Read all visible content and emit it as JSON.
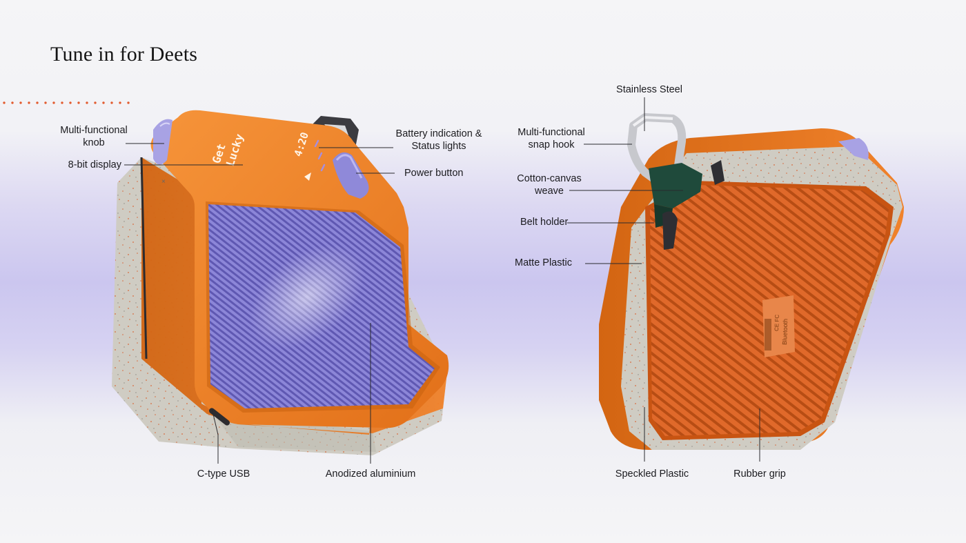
{
  "title": "Tune in for Deets",
  "device_text": {
    "display_line1": "Get",
    "display_line2": "Lucky",
    "time": "4:20",
    "back_cert": "CE FC",
    "back_bt": "Bluetooth"
  },
  "labels": {
    "knob": "Multi-functional\nknob",
    "display": "8-bit display",
    "battery": "Battery indication &\nStatus lights",
    "power": "Power button",
    "usb": "C-type USB",
    "aluminium": "Anodized aluminium",
    "steel": "Stainless Steel",
    "snap_hook": "Multi-functional\nsnap hook",
    "canvas": "Cotton-canvas\nweave",
    "belt": "Belt holder",
    "matte": "Matte Plastic",
    "speckled": "Speckled Plastic",
    "grip": "Rubber grip"
  },
  "colors": {
    "orange": "#ee7f25",
    "orange_dark": "#c95f12",
    "speckle_gray": "#cfcdc5",
    "lavender": "#a9a3e6",
    "dots": "#e25b2f",
    "green_strap": "#1f4a3b",
    "steel": "#c9cace"
  }
}
